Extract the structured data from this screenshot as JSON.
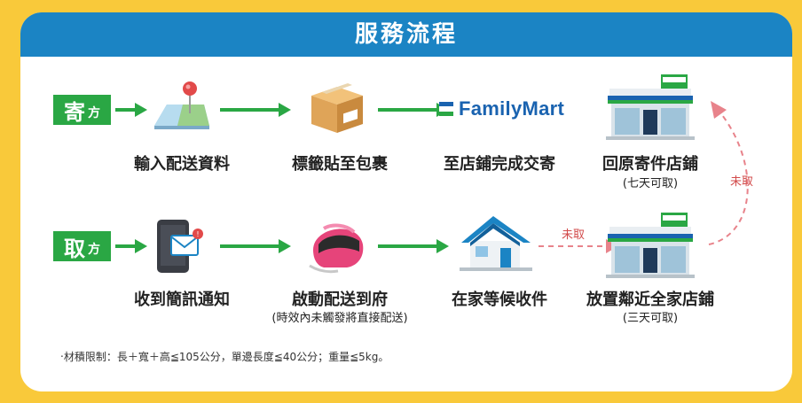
{
  "title": "服務流程",
  "send_tag": {
    "big": "寄",
    "small": "方"
  },
  "receive_tag": {
    "big": "取",
    "small": "方"
  },
  "send_steps": [
    {
      "label": "輸入配送資料"
    },
    {
      "label": "標籤貼至包裹"
    },
    {
      "label": "至店鋪完成交寄"
    },
    {
      "label": "回原寄件店鋪",
      "sub": "(七天可取)"
    }
  ],
  "receive_steps": [
    {
      "label": "收到簡訊通知"
    },
    {
      "label": "啟動配送到府",
      "sub": "(時效內未觸發將直接配送)"
    },
    {
      "label": "在家等候收件"
    },
    {
      "label": "放置鄰近全家店鋪",
      "sub": "(三天可取)"
    }
  ],
  "brand": "FamilyMart",
  "not_picked": "未取",
  "note": "‧材積限制：長＋寬＋高≦105公分，單邊長度≦40公分；重量≦5kg。",
  "colors": {
    "header": "#1b84c4",
    "accent_green": "#2aa744",
    "background": "#f9c93a",
    "dashed": "#e8838b"
  }
}
